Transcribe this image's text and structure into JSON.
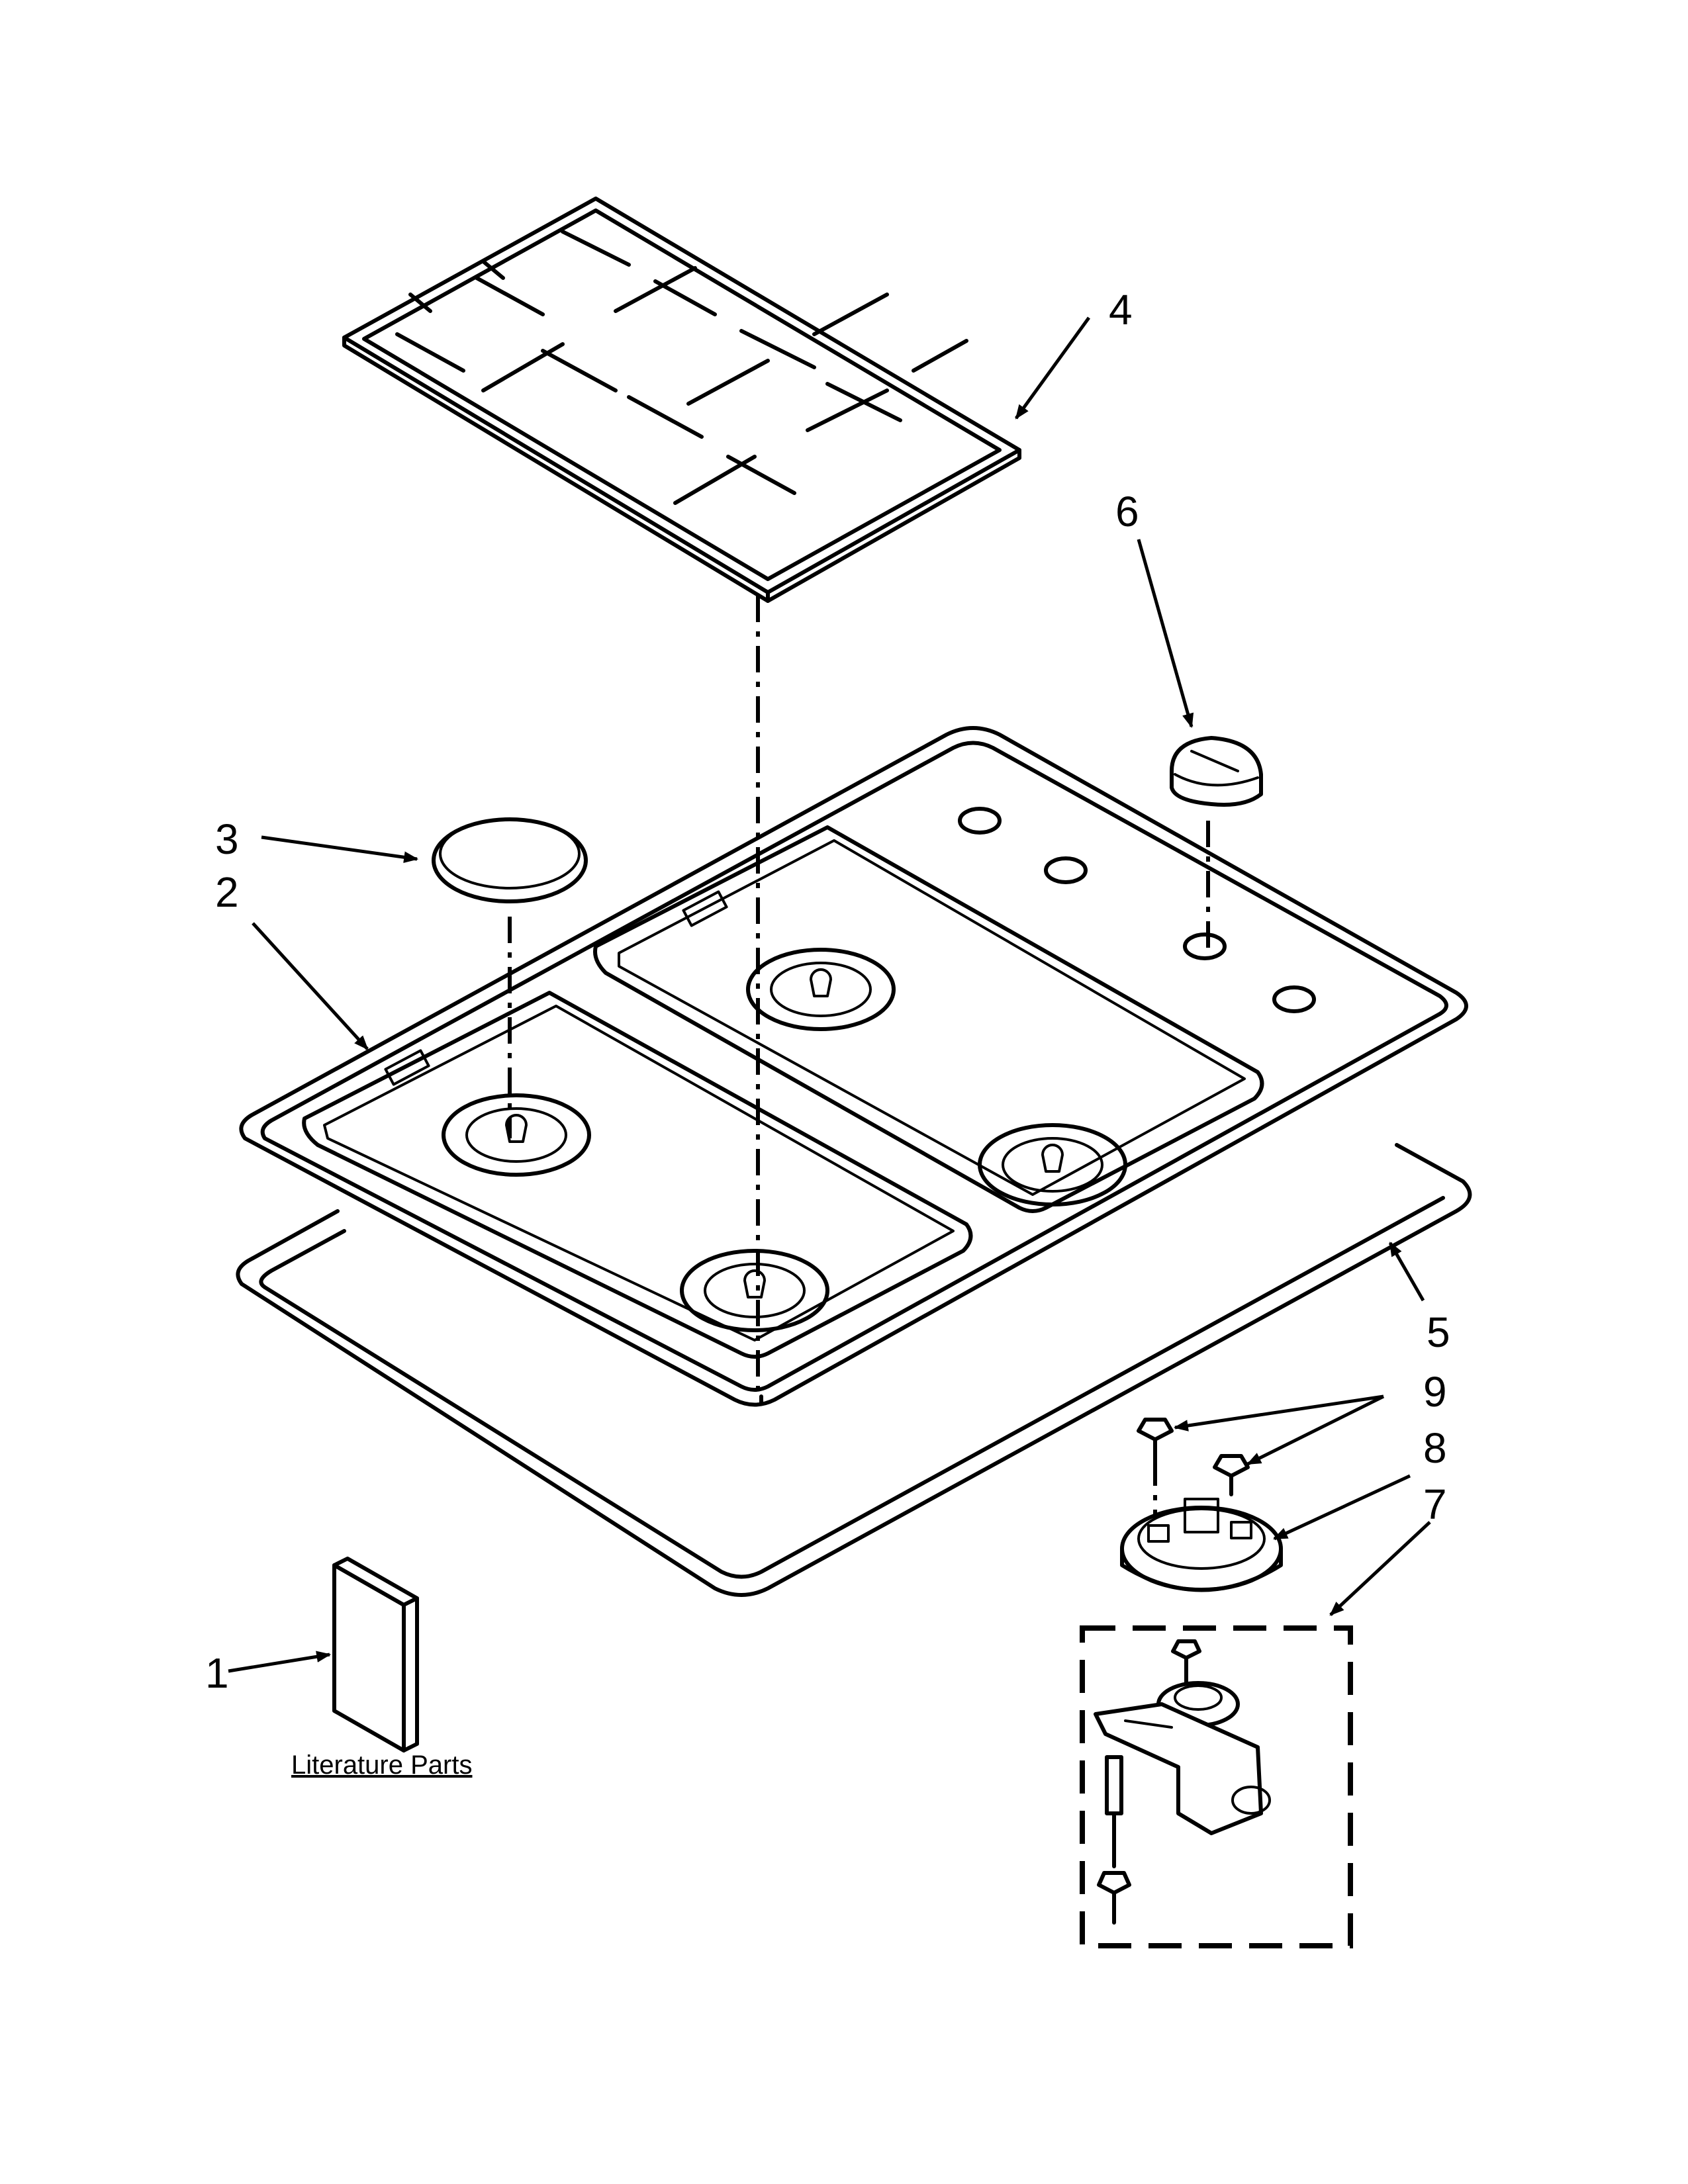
{
  "callouts": {
    "c1": "1",
    "c2": "2",
    "c3": "3",
    "c4": "4",
    "c5": "5",
    "c6": "6",
    "c7": "7",
    "c8": "8",
    "c9": "9"
  },
  "literature_caption": "Literature Parts"
}
